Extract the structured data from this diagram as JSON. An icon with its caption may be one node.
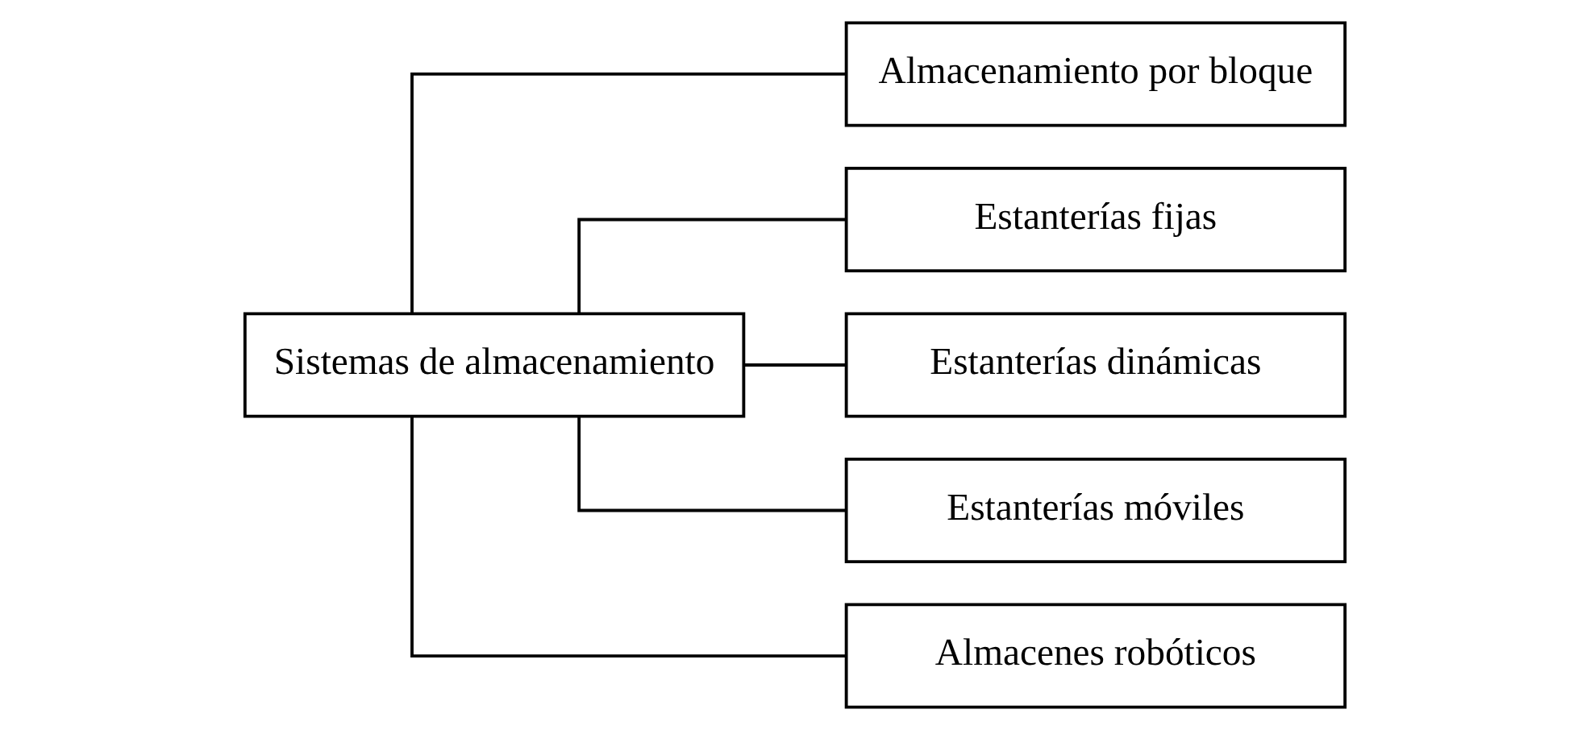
{
  "diagram": {
    "nodes": [
      {
        "text": [
          "Sistemas de almacenamiento"
        ]
      },
      {
        "text": [
          "Almacenamiento por bloque"
        ]
      },
      {
        "text": [
          "Estanterías fijas"
        ]
      },
      {
        "text": [
          "Estanterías dinámicas"
        ]
      },
      {
        "text": [
          "Estanterías móviles"
        ]
      },
      {
        "text": [
          "Almacenes robóticos"
        ]
      }
    ],
    "edges": [
      {
        "from": 0,
        "to": 1,
        "arrow": "none"
      },
      {
        "from": 0,
        "to": 2,
        "arrow": "none"
      },
      {
        "from": 0,
        "to": 3,
        "arrow": "none"
      },
      {
        "from": 0,
        "to": 4,
        "arrow": "none"
      },
      {
        "from": 0,
        "to": 5,
        "arrow": "none"
      }
    ]
  }
}
